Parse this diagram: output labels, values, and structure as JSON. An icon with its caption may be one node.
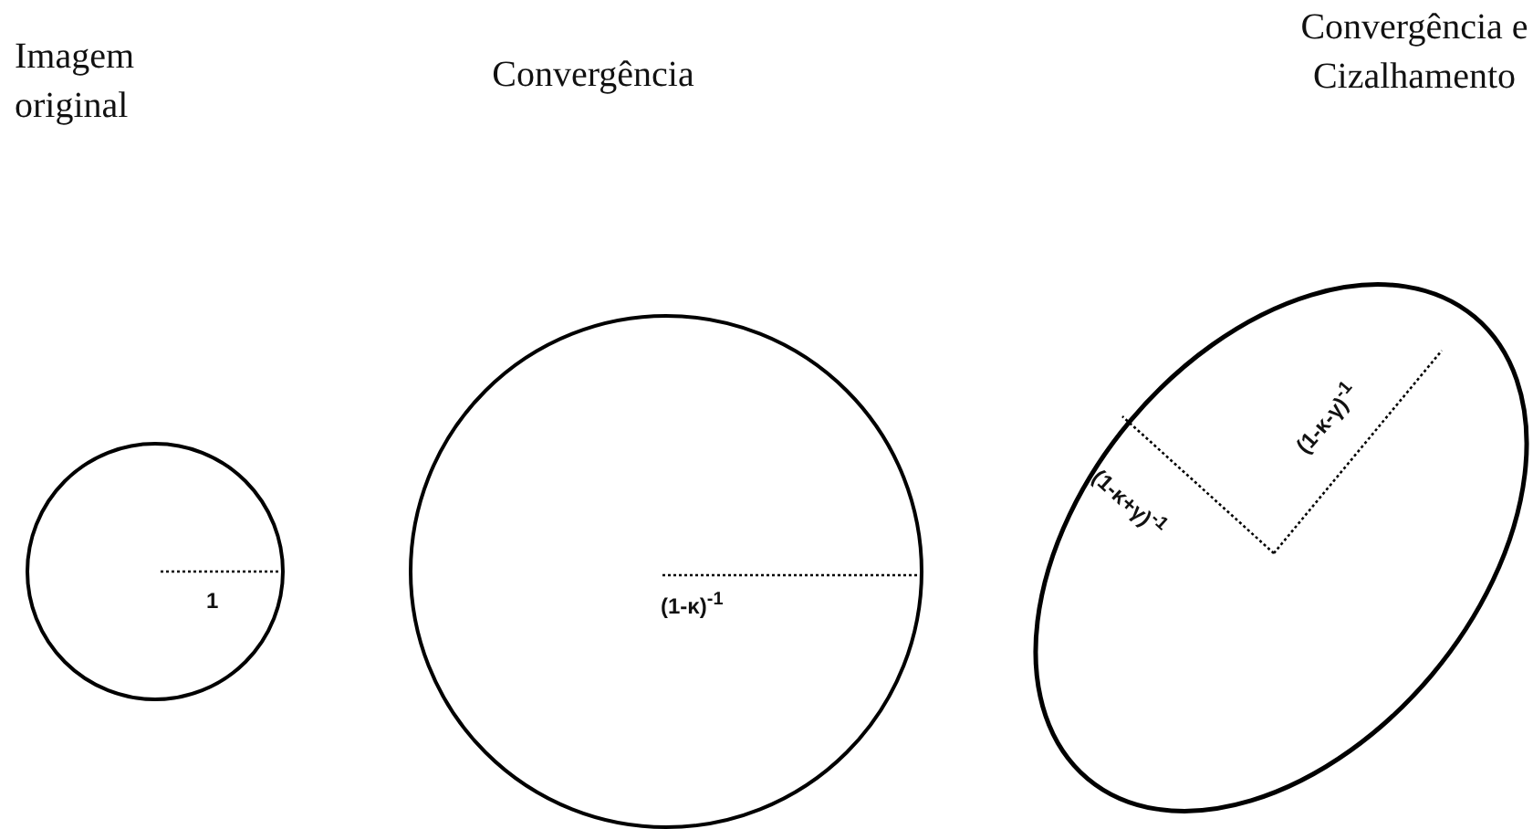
{
  "diagram": {
    "nodes": [
      {
        "text": [
          "1"
        ]
      },
      {
        "text": [
          "(1-κ)$^{-1}$"
        ]
      },
      {
        "text": [
          "(1-κ+γ)$^{-1}$",
          "(1-κ-γ)$^{-1}$"
        ]
      }
    ],
    "labels": [
      "Imagem original",
      "Convergência",
      "Convergência e Cizalhamento"
    ]
  }
}
